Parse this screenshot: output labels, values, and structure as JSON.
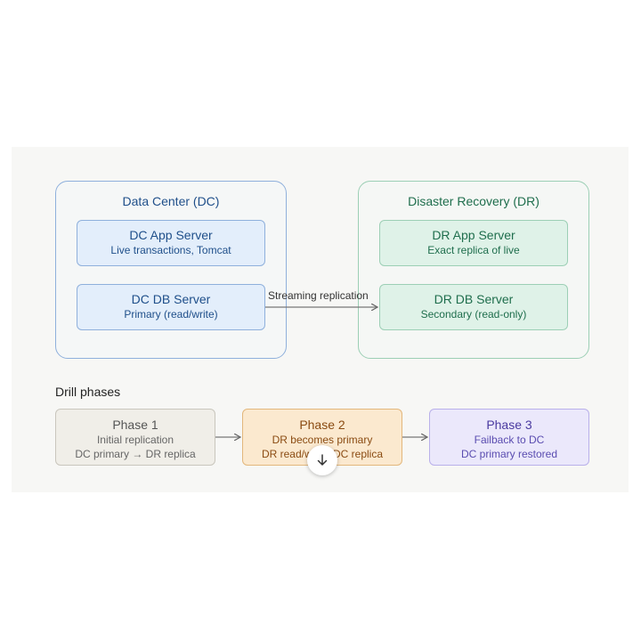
{
  "dc": {
    "title": "Data Center (DC)",
    "app_server": {
      "title": "DC App Server",
      "subtitle": "Live transactions, Tomcat"
    },
    "db_server": {
      "title": "DC DB Server",
      "subtitle": "Primary (read/write)"
    }
  },
  "dr": {
    "title": "Disaster Recovery (DR)",
    "app_server": {
      "title": "DR App Server",
      "subtitle": "Exact replica of live"
    },
    "db_server": {
      "title": "DR DB Server",
      "subtitle": "Secondary (read-only)"
    }
  },
  "replication_label": "Streaming replication",
  "drill": {
    "heading": "Drill phases",
    "phases": [
      {
        "title": "Phase 1",
        "line1": "Initial replication",
        "line2": "DC primary → DR replica"
      },
      {
        "title": "Phase 2",
        "line1": "DR becomes primary",
        "line2": "DR read/write, DC replica"
      },
      {
        "title": "Phase 3",
        "line1": "Failback to DC",
        "line2": "DC primary restored"
      }
    ]
  },
  "colors": {
    "dc_border": "#8fb0dc",
    "dc_node_fill": "#e3eefb",
    "dc_text": "#1f4f8a",
    "dr_border": "#9ccfb5",
    "dr_node_fill": "#dff2e8",
    "dr_text": "#1f6e4d",
    "phase1_fill": "#f0eee8",
    "phase1_text": "#555555",
    "phase2_fill": "#fbe9cf",
    "phase2_text": "#8a4b12",
    "phase3_fill": "#ebe8fb",
    "phase3_text": "#4a3aa0"
  },
  "icons": {
    "scroll": "arrow-down-icon"
  }
}
